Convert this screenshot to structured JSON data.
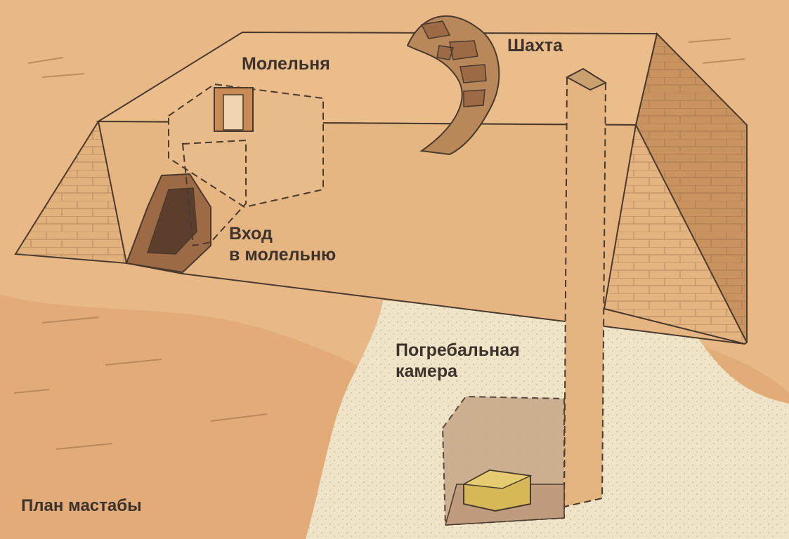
{
  "labels": {
    "prayer_room": "Молельня",
    "shaft": "Шахта",
    "entrance_line1": "Вход",
    "entrance_line2": "в молельню",
    "chamber_line1": "Погребальная",
    "chamber_line2": "камера",
    "plan_title": "План мастабы"
  },
  "colors": {
    "ground": "#e8b887",
    "ground_dark": "#d99a66",
    "sand_pale": "#efe4c8",
    "stone_top": "#e8ba88",
    "stone_face": "#e3b37e",
    "stone_shadow": "#b88554",
    "outline": "#4a3a2e",
    "label_text": "#3d332c",
    "sarcophagus": "#d6b858"
  }
}
